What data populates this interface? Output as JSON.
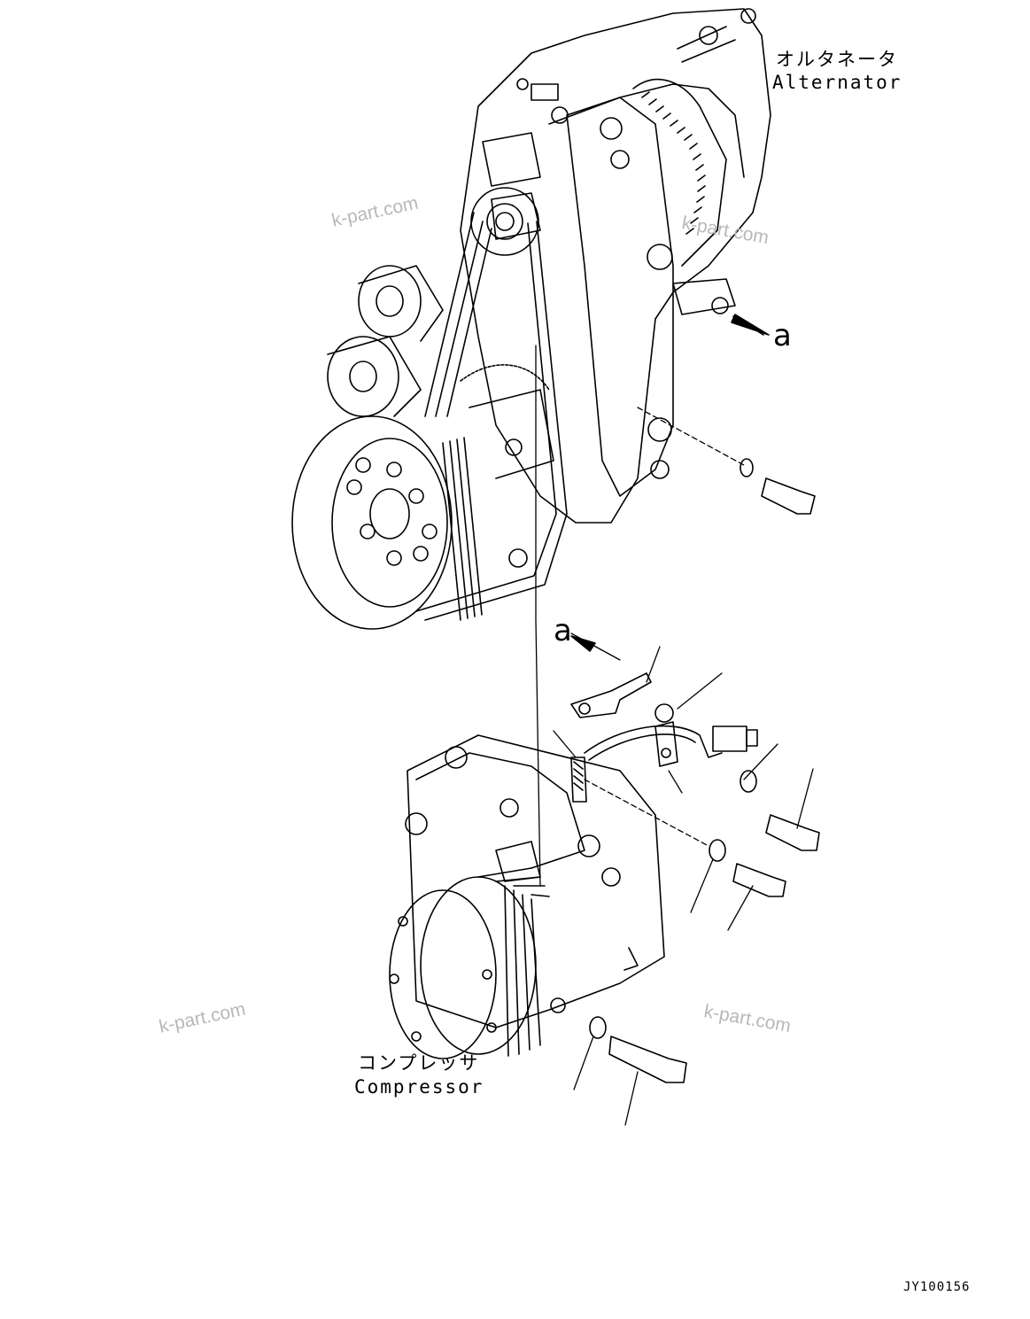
{
  "labels": {
    "alternator_jp": "オルタネータ",
    "alternator_en": "Alternator",
    "compressor_jp": "コンプレッサ",
    "compressor_en": "Compressor",
    "callout_top": "a",
    "callout_mid": "a",
    "drawing_code": "JY100156"
  },
  "watermarks": [
    "k-part.com",
    "k-part.com",
    "k-part.com",
    "k-part.com"
  ]
}
